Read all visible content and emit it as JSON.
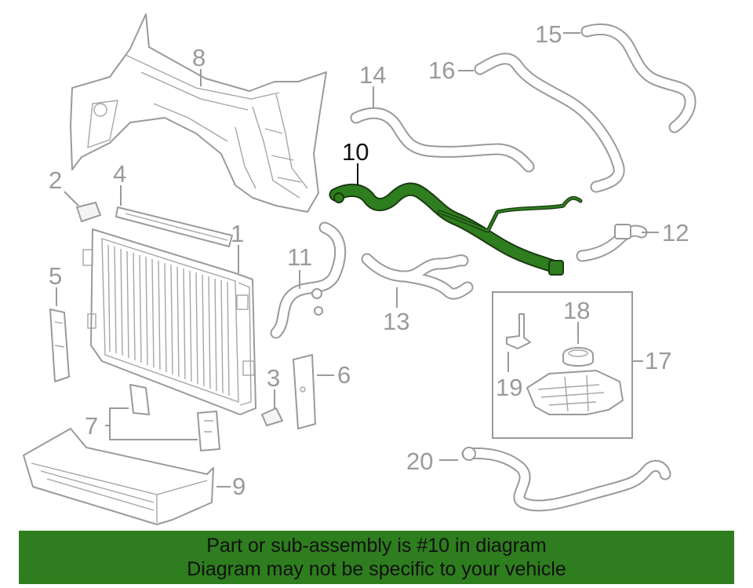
{
  "callouts": {
    "c1": "1",
    "c2": "2",
    "c3": "3",
    "c4": "4",
    "c5": "5",
    "c6": "6",
    "c7": "7",
    "c8": "8",
    "c9": "9",
    "c10": "10",
    "c11": "11",
    "c12": "12",
    "c13": "13",
    "c14": "14",
    "c15": "15",
    "c16": "16",
    "c17": "17",
    "c18": "18",
    "c19": "19",
    "c20": "20"
  },
  "highlighted_part": "10",
  "colors": {
    "highlight": "#2e7d1e",
    "line": "#9a9a9a",
    "banner_bg": "#2e7d1e"
  },
  "banner": {
    "line1": "Part or sub-assembly is #10 in diagram",
    "line2": "Diagram may not be specific to your vehicle"
  }
}
